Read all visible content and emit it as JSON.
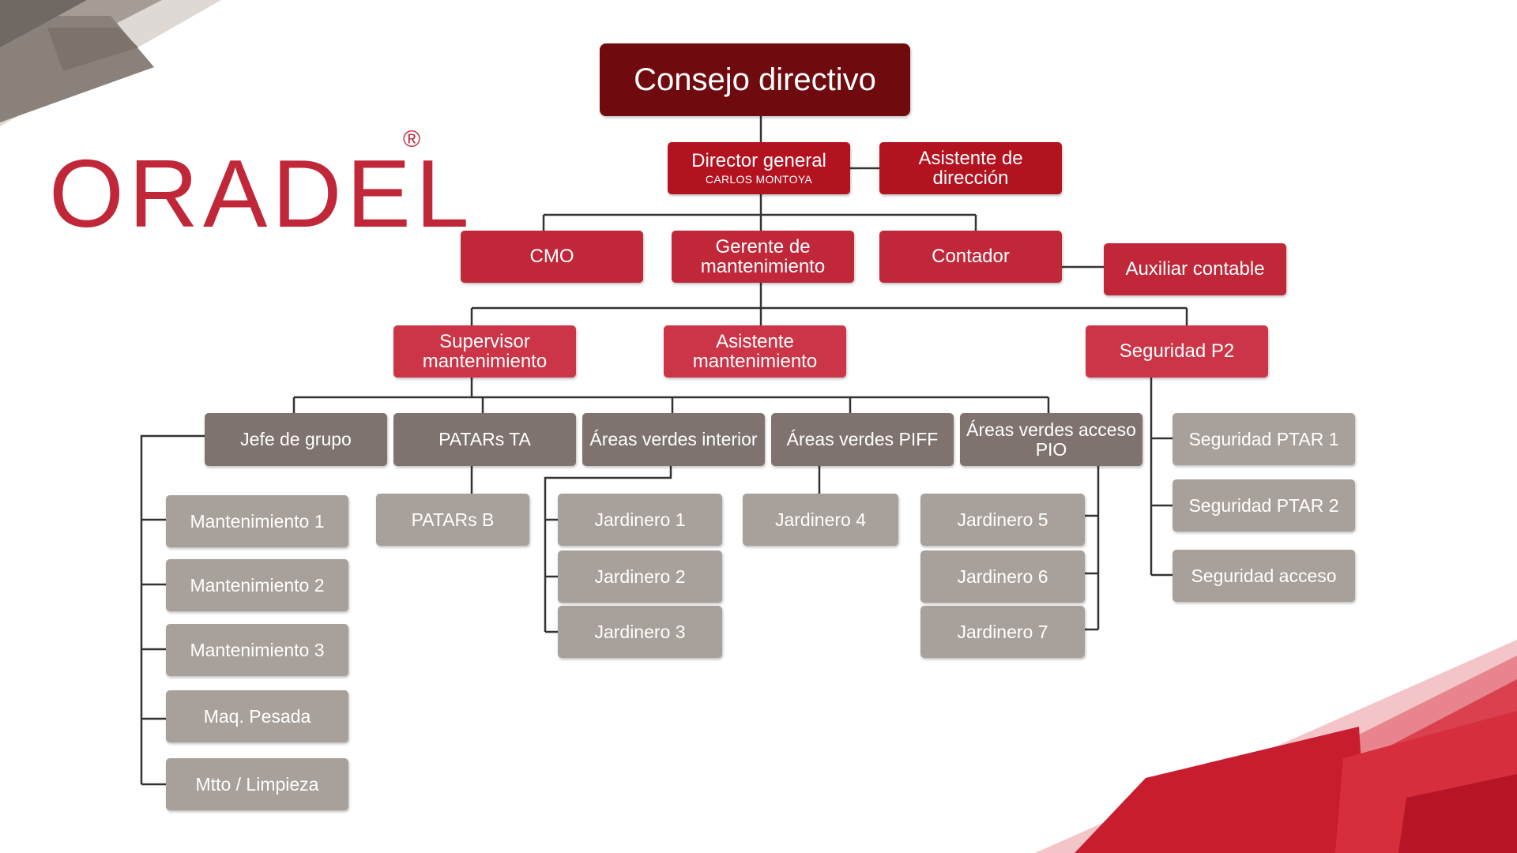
{
  "brand": {
    "name": "ORADEL",
    "registered": "®",
    "color": "#c0283a"
  },
  "colors": {
    "top": "#6f0a0f",
    "level1": "#b3121f",
    "level2": "#c0283a",
    "level3": "#cc3447",
    "level4": "#7f7370",
    "level5": "#a8a09a",
    "connector": "#333333"
  },
  "org": {
    "consejo": "Consejo directivo",
    "director": {
      "title": "Director general",
      "name": "CARLOS MONTOYA"
    },
    "asistente_direccion": "Asistente de dirección",
    "cmo": "CMO",
    "gerente_mant": "Gerente de mantenimiento",
    "contador": "Contador",
    "auxiliar_contable": "Auxiliar contable",
    "supervisor_mant": "Supervisor mantenimiento",
    "asistente_mant": "Asistente mantenimiento",
    "seguridad_p2": "Seguridad P2",
    "jefe_grupo": "Jefe de grupo",
    "patars_ta": "PATARs TA",
    "areas_interior": "Áreas verdes interior",
    "areas_piff": "Áreas verdes PIFF",
    "areas_pio": "Áreas verdes acceso PIO",
    "mantenimiento_1": "Mantenimiento 1",
    "mantenimiento_2": "Mantenimiento 2",
    "mantenimiento_3": "Mantenimiento 3",
    "maq_pesada": "Maq. Pesada",
    "mtto_limpieza": "Mtto / Limpieza",
    "patars_b": "PATARs B",
    "jardinero_1": "Jardinero 1",
    "jardinero_2": "Jardinero 2",
    "jardinero_3": "Jardinero 3",
    "jardinero_4": "Jardinero 4",
    "jardinero_5": "Jardinero 5",
    "jardinero_6": "Jardinero 6",
    "jardinero_7": "Jardinero 7",
    "seguridad_ptar_1": "Seguridad PTAR 1",
    "seguridad_ptar_2": "Seguridad PTAR 2",
    "seguridad_acceso": "Seguridad acceso"
  }
}
